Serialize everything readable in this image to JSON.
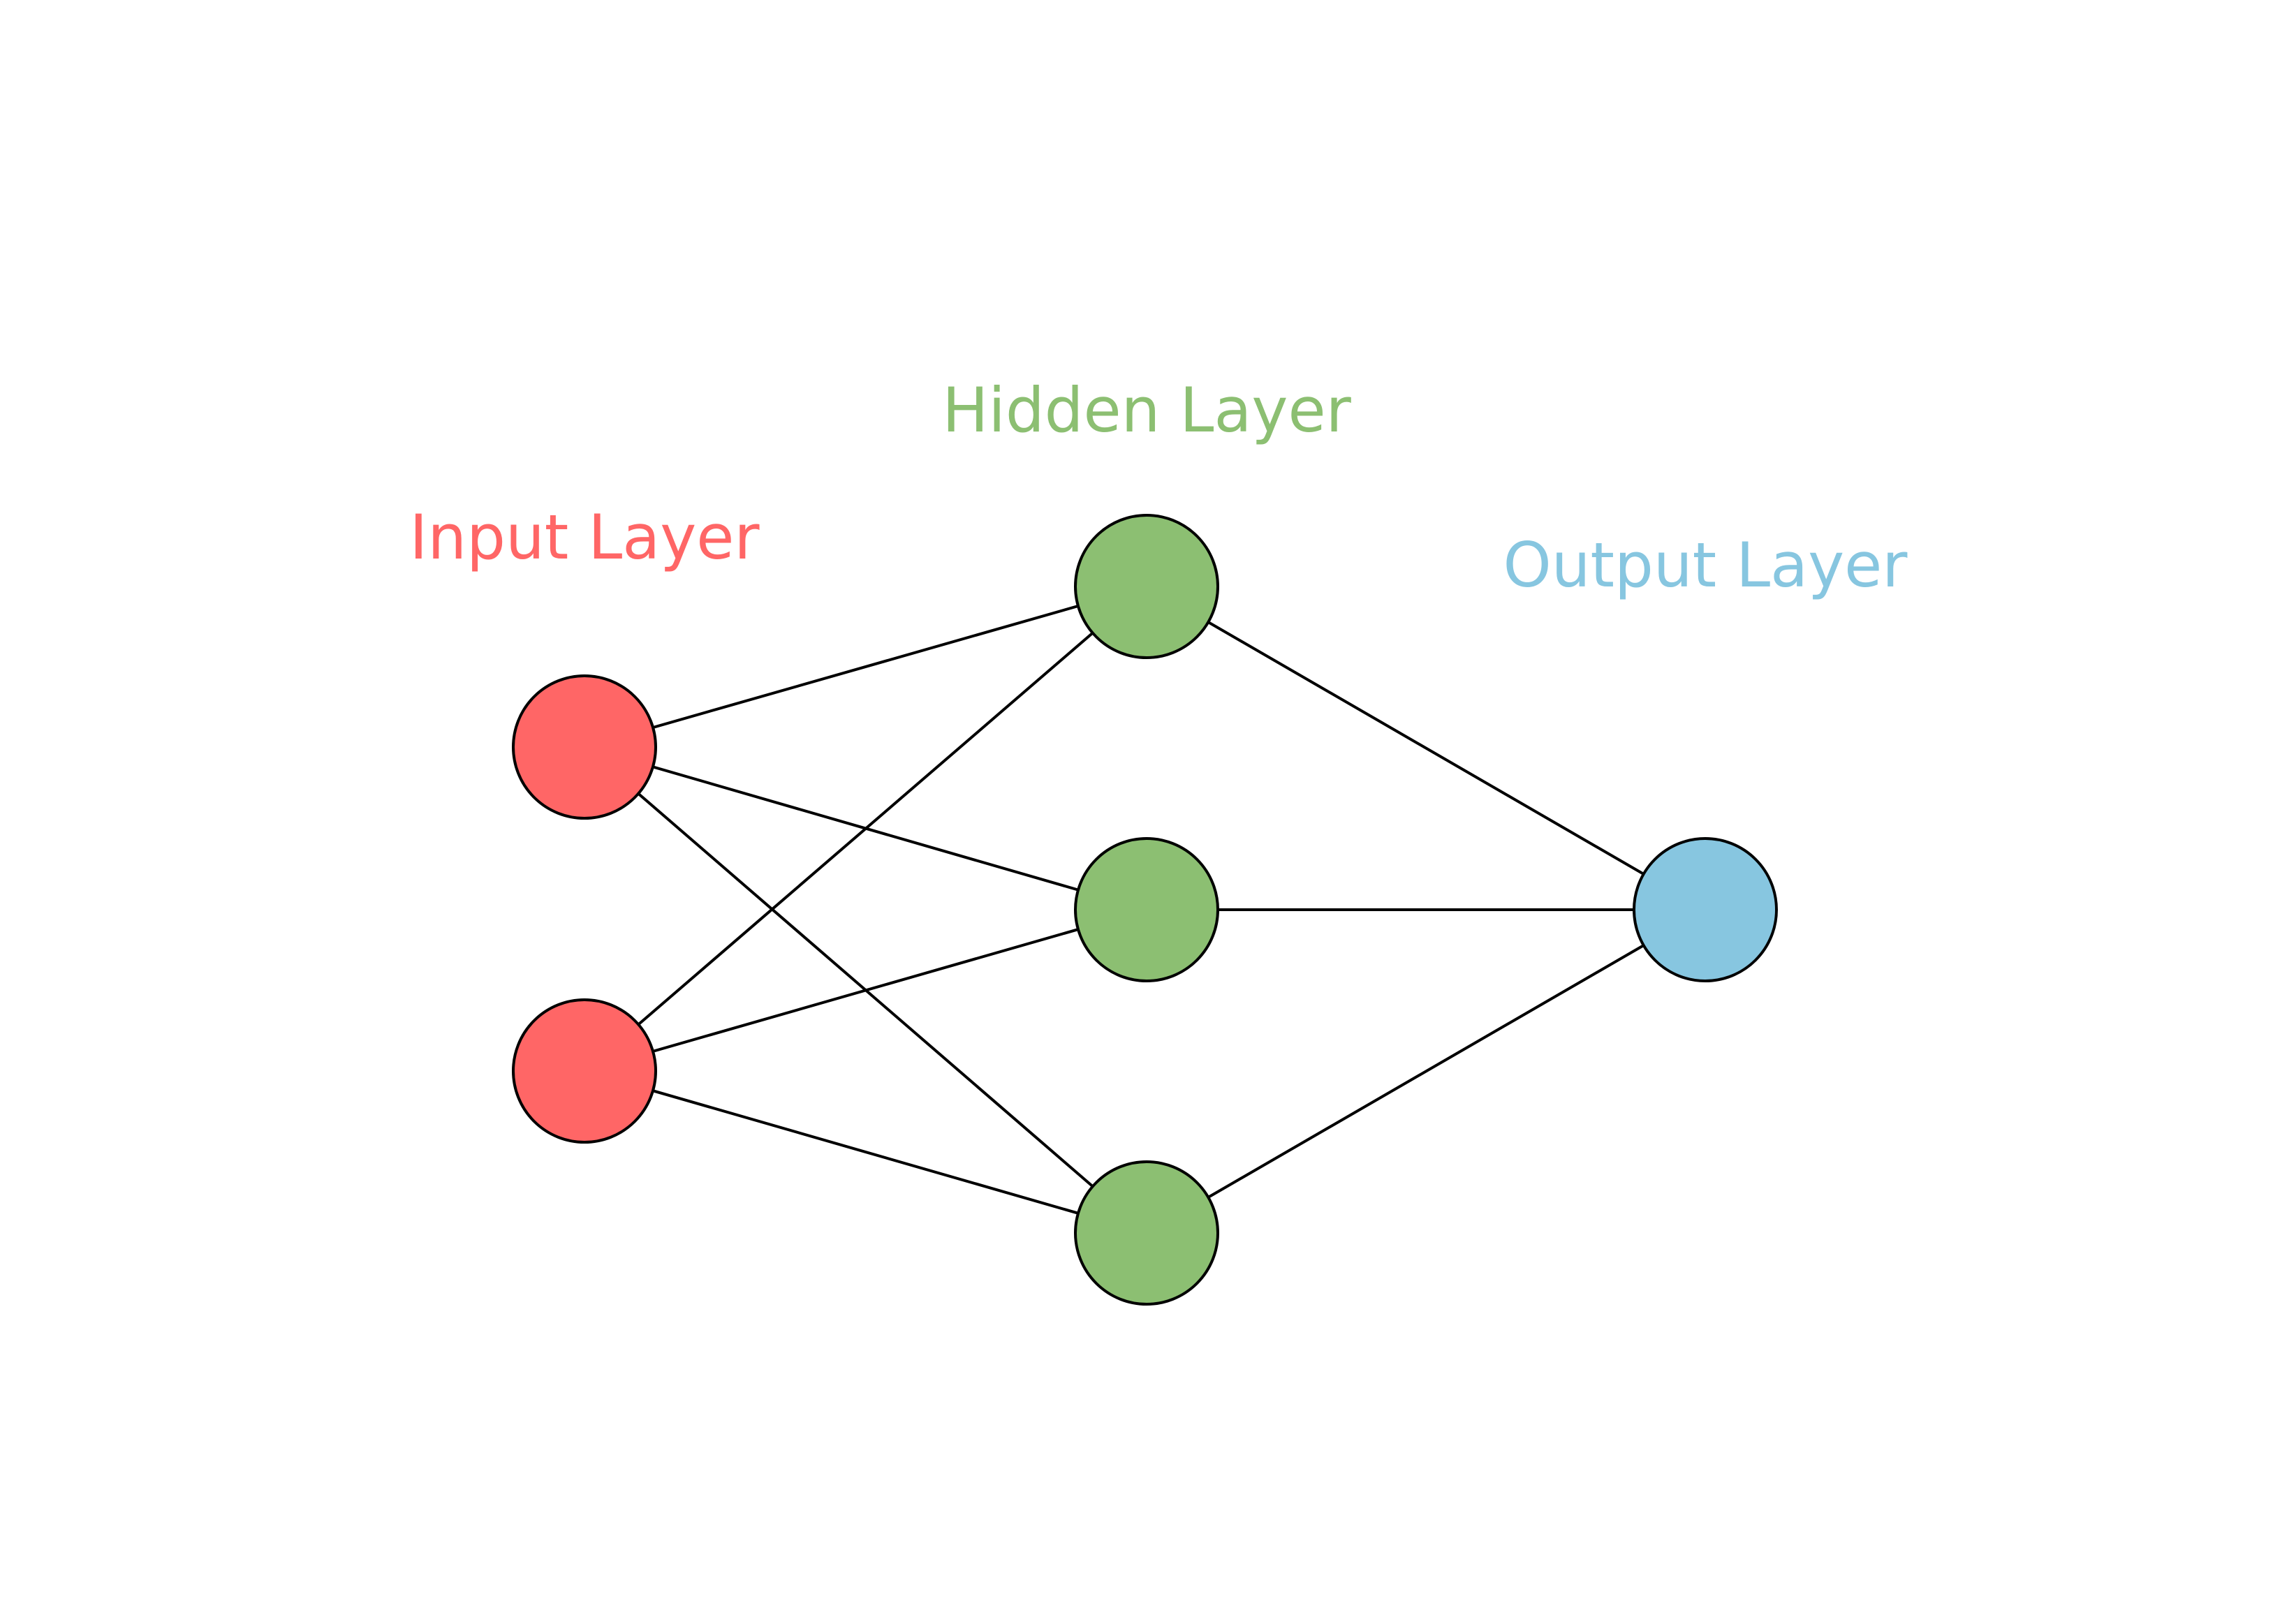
{
  "layers": [
    {
      "id": "input",
      "label": "Input Layer",
      "color": "#ff6666",
      "nodes": 2
    },
    {
      "id": "hidden",
      "label": "Hidden Layer",
      "color": "#8cbf72",
      "nodes": 3
    },
    {
      "id": "output",
      "label": "Output Layer",
      "color": "#87c6e0",
      "nodes": 1
    }
  ],
  "connections": "fully-connected between adjacent layers"
}
